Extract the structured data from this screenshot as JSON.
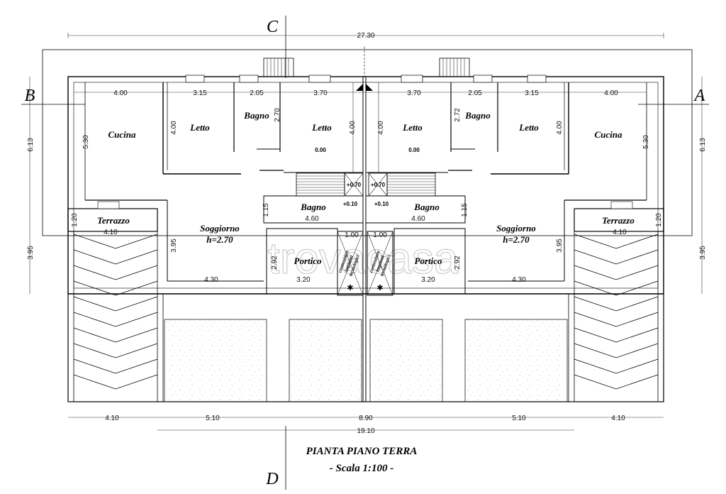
{
  "drawing": {
    "title": "PIANTA PIANO TERRA",
    "scale": "- Scala 1:100 -",
    "section_markers": {
      "top": "C",
      "bottom": "D",
      "left": "B",
      "right": "A"
    },
    "watermark": "trovacasa"
  },
  "dimensions": {
    "overall_width": "27.30",
    "top_left": [
      "4.00",
      "3.15",
      "2.05",
      "3.70"
    ],
    "top_right": [
      "3.70",
      "2.05",
      "3.15",
      "4.00"
    ],
    "bottom_row": [
      "4.10",
      "5.10",
      "8.90",
      "5.10",
      "4.10"
    ],
    "bottom_total": "19.10",
    "side_upper": "6.13",
    "side_lower": "3.95",
    "cucina_height": "5.30",
    "letto_height": "4.00",
    "bagno_left_height": "2.70",
    "bagno_right_height": "2.72",
    "soggiorno_height": "3.95",
    "terrazzo_width": "4.10",
    "terrazzo_depth": "1.20",
    "bagno_small_width": "4.60",
    "bagno_small_depth": "1.15",
    "portico_width": "3.20",
    "portico_depth": "2.92",
    "soggiorno_width": "4.30",
    "tech_width": "1.00"
  },
  "rooms": {
    "cucina": "Cucina",
    "letto": "Letto",
    "bagno": "Bagno",
    "terrazzo": "Terrazzo",
    "soggiorno": "Soggiorno",
    "soggiorno_height": "h=2.70",
    "portico": "Portico",
    "tech_room": [
      "contenitore",
      "impianti",
      "tecnologici"
    ]
  },
  "levels": {
    "letto": "0.00",
    "stair_landing": "+0.70",
    "bagno_step": "+0.10"
  }
}
